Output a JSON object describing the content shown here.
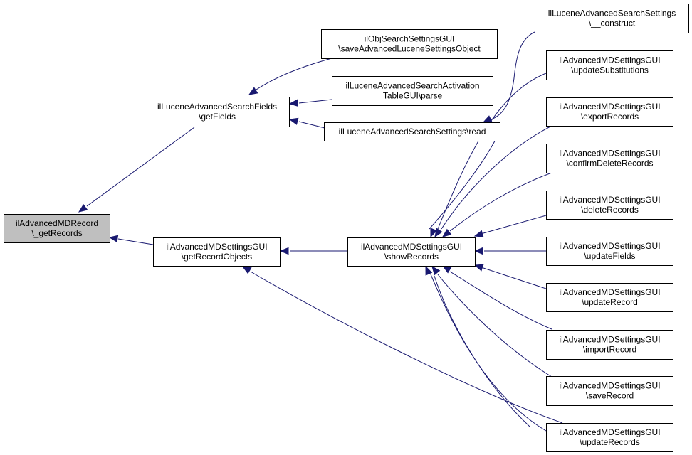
{
  "diagram": {
    "nodes": [
      {
        "id": "root",
        "lines": [
          "ilAdvancedMDRecord",
          "\\_getRecords"
        ],
        "highlight": true
      },
      {
        "id": "getFields",
        "lines": [
          "ilLuceneAdvancedSearchFields",
          "\\getFields"
        ]
      },
      {
        "id": "getRecordObjects",
        "lines": [
          "ilAdvancedMDSettingsGUI",
          "\\getRecordObjects"
        ]
      },
      {
        "id": "saveAdv",
        "lines": [
          "ilObjSearchSettingsGUI",
          "\\saveAdvancedLuceneSettingsObject"
        ]
      },
      {
        "id": "actParse",
        "lines": [
          "ilLuceneAdvancedSearchActivation",
          "TableGUI\\parse"
        ]
      },
      {
        "id": "settingsRead",
        "lines": [
          "ilLuceneAdvancedSearchSettings\\read"
        ]
      },
      {
        "id": "showRecords",
        "lines": [
          "ilAdvancedMDSettingsGUI",
          "\\showRecords"
        ]
      },
      {
        "id": "construct",
        "lines": [
          "ilLuceneAdvancedSearchSettings",
          "\\__construct"
        ]
      },
      {
        "id": "updSubst",
        "lines": [
          "ilAdvancedMDSettingsGUI",
          "\\updateSubstitutions"
        ]
      },
      {
        "id": "exportRec",
        "lines": [
          "ilAdvancedMDSettingsGUI",
          "\\exportRecords"
        ]
      },
      {
        "id": "confirmDel",
        "lines": [
          "ilAdvancedMDSettingsGUI",
          "\\confirmDeleteRecords"
        ]
      },
      {
        "id": "deleteRec",
        "lines": [
          "ilAdvancedMDSettingsGUI",
          "\\deleteRecords"
        ]
      },
      {
        "id": "updFields",
        "lines": [
          "ilAdvancedMDSettingsGUI",
          "\\updateFields"
        ]
      },
      {
        "id": "updRecord",
        "lines": [
          "ilAdvancedMDSettingsGUI",
          "\\updateRecord"
        ]
      },
      {
        "id": "importRec",
        "lines": [
          "ilAdvancedMDSettingsGUI",
          "\\importRecord"
        ]
      },
      {
        "id": "saveRec",
        "lines": [
          "ilAdvancedMDSettingsGUI",
          "\\saveRecord"
        ]
      },
      {
        "id": "updRecords",
        "lines": [
          "ilAdvancedMDSettingsGUI",
          "\\updateRecords"
        ]
      }
    ],
    "edges": [
      {
        "from": "getFields",
        "to": "root"
      },
      {
        "from": "getRecordObjects",
        "to": "root"
      },
      {
        "from": "saveAdv",
        "to": "getFields"
      },
      {
        "from": "actParse",
        "to": "getFields"
      },
      {
        "from": "settingsRead",
        "to": "getFields"
      },
      {
        "from": "construct",
        "to": "settingsRead"
      },
      {
        "from": "showRecords",
        "to": "getRecordObjects"
      },
      {
        "from": "updRecords",
        "to": "getRecordObjects"
      },
      {
        "from": "updSubst",
        "to": "showRecords"
      },
      {
        "from": "exportRec",
        "to": "showRecords"
      },
      {
        "from": "confirmDel",
        "to": "showRecords"
      },
      {
        "from": "deleteRec",
        "to": "showRecords"
      },
      {
        "from": "updFields",
        "to": "showRecords"
      },
      {
        "from": "updRecord",
        "to": "showRecords"
      },
      {
        "from": "importRec",
        "to": "showRecords"
      },
      {
        "from": "saveRec",
        "to": "showRecords"
      },
      {
        "from": "updRecords",
        "to": "showRecords"
      }
    ]
  }
}
